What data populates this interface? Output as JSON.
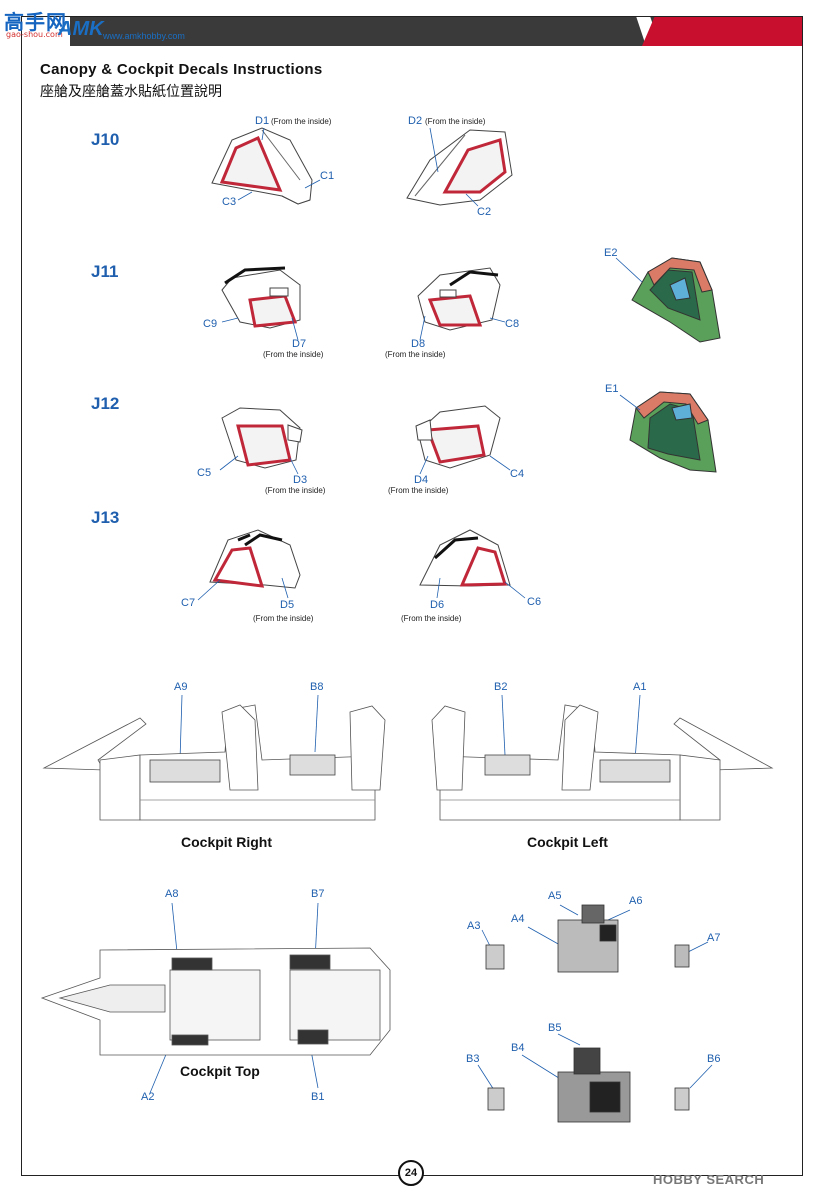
{
  "header": {
    "logo_text": "高手网",
    "logo_sub": "gao-shou.com",
    "brand": "AMK",
    "url": "www.amkhobby.com"
  },
  "title_en": "Canopy & Cockpit Decals Instructions",
  "title_zh": "座艙及座艙蓋水貼紙位置說明",
  "sections": {
    "j10": "J10",
    "j11": "J11",
    "j12": "J12",
    "j13": "J13"
  },
  "labels": {
    "d1": "D1",
    "d2": "D2",
    "c1": "C1",
    "c2": "C2",
    "c3": "C3",
    "c8": "C8",
    "c9": "C9",
    "d7": "D7",
    "d8": "D8",
    "e2": "E2",
    "c4": "C4",
    "c5": "C5",
    "d3": "D3",
    "d4": "D4",
    "e1": "E1",
    "c6": "C6",
    "c7": "C7",
    "d5": "D5",
    "d6": "D6",
    "a9": "A9",
    "b8": "B8",
    "b2": "B2",
    "a1": "A1",
    "a8": "A8",
    "b7": "B7",
    "a2": "A2",
    "b1": "B1",
    "a3": "A3",
    "a4": "A4",
    "a5": "A5",
    "a6": "A6",
    "a7": "A7",
    "b3": "B3",
    "b4": "B4",
    "b5": "B5",
    "b6": "B6"
  },
  "inside_note": "(From the inside)",
  "captions": {
    "cockpit_right": "Cockpit Right",
    "cockpit_left": "Cockpit Left",
    "cockpit_top": "Cockpit Top"
  },
  "page_number": "24",
  "watermark": "HOBBY SEARCH",
  "colors": {
    "label_blue": "#1f5fae",
    "decal_red": "#c0283a",
    "header_dark": "#3a3a3a",
    "header_red": "#c8102e"
  }
}
